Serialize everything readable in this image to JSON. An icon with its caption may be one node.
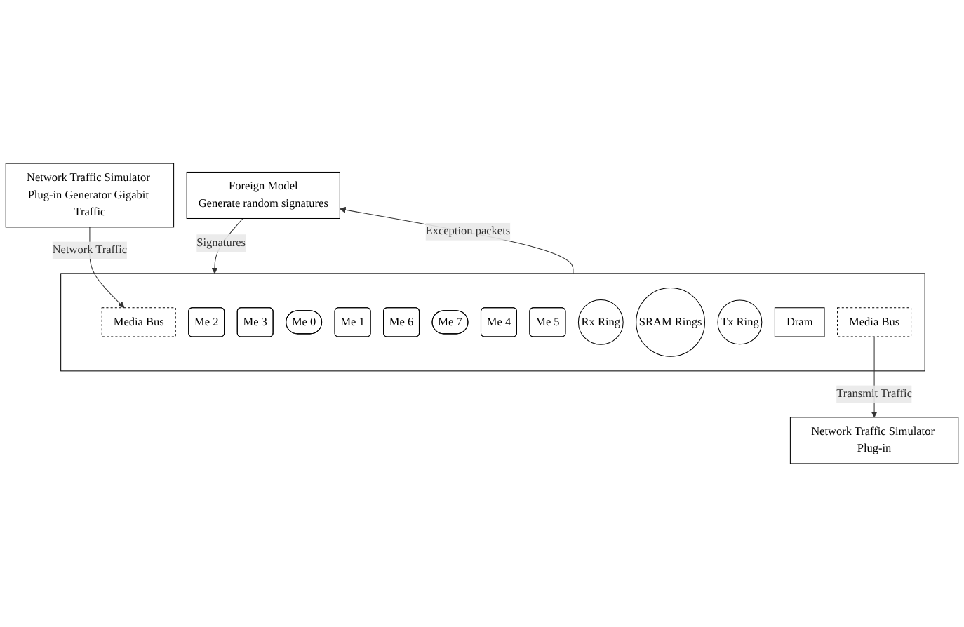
{
  "diagram": {
    "nodes": [
      {
        "text": [
          "Foreign Model",
          "Generate random signatures"
        ]
      },
      {
        "text": [],
        "shape": "box"
      },
      {
        "text": [
          "Network Traffic Simulator Plug-in Generator Gigabit Traffic"
        ]
      },
      {
        "text": [
          "Media Bus"
        ],
        "in": 1
      },
      {
        "text": [
          "Me 2"
        ],
        "in": 1
      },
      {
        "text": [
          "Me 3"
        ],
        "in": 1
      },
      {
        "text": [
          "Me 0"
        ],
        "in": 1
      },
      {
        "text": [
          "Me 1"
        ],
        "in": 1
      },
      {
        "text": [
          "Me 6"
        ],
        "in": 1
      },
      {
        "text": [
          "Me 7"
        ],
        "in": 1
      },
      {
        "text": [
          "Me 4"
        ],
        "in": 1
      },
      {
        "text": [
          "Me 5"
        ],
        "in": 1
      },
      {
        "text": [
          "Rx Ring"
        ],
        "in": 1
      },
      {
        "text": [
          "SRAM Rings"
        ],
        "in": 1
      },
      {
        "text": [
          "Tx Ring"
        ],
        "in": 1
      },
      {
        "text": [
          "Dram"
        ],
        "in": 1
      },
      {
        "text": [
          "Media Bus"
        ],
        "in": 1
      },
      {
        "text": [
          "Network Traffic Simulator Plug-in"
        ]
      }
    ],
    "edges": [
      {
        "from": 0,
        "to": 1,
        "arrow": "to",
        "label": "Signatures"
      },
      {
        "from": 1,
        "to": 0,
        "arrow": "to",
        "label": "Exception packets"
      },
      {
        "from": 2,
        "to": 3,
        "arrow": "to",
        "label": "Network Traffic"
      },
      {
        "from": 16,
        "to": 17,
        "arrow": "to",
        "label": "Transmit Traffic"
      }
    ]
  }
}
